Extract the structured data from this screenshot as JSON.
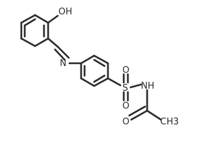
{
  "molecule": {
    "atoms": {
      "oh": "OH",
      "imine_n": "N",
      "sulfur": "S",
      "sulfonyl_o_top": "O",
      "sulfonyl_o_bottom": "O",
      "amide_nh": "NH",
      "carbonyl_o": "O",
      "methyl": "CH3"
    }
  }
}
